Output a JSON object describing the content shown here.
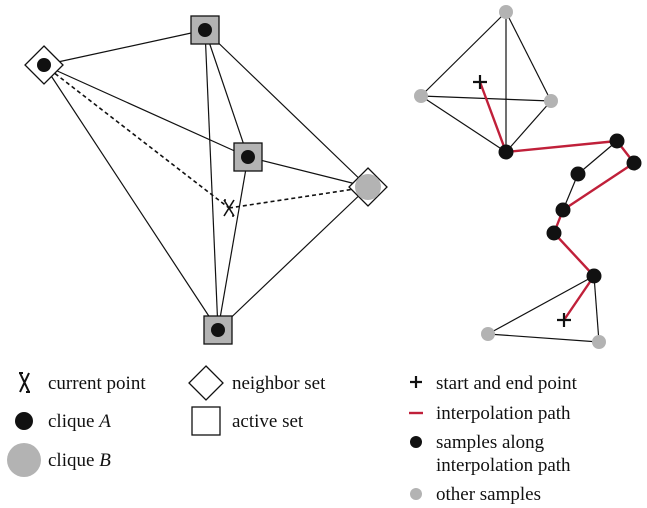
{
  "colors": {
    "line": "#111111",
    "clique_a": "#111111",
    "clique_b": "#b3b3b3",
    "path": "#c0203a",
    "other_sample": "#b3b3b3",
    "background": "#ffffff"
  },
  "left_legend": {
    "current_point": "current point",
    "neighbor_set": "neighbor set",
    "clique_a_prefix": "clique ",
    "clique_a_var": "A",
    "active_set": "active set",
    "clique_b_prefix": "clique ",
    "clique_b_var": "B"
  },
  "right_legend": {
    "start_end": "start and end point",
    "interp_path": "interpolation path",
    "samples_line1": "samples along",
    "samples_line2": "interpolation path",
    "other_samples": "other samples"
  },
  "icons": {
    "current_point": "hourglass-cross-icon",
    "neighbor_set": "diamond-icon",
    "active_set": "square-icon",
    "clique_a": "black-dot-icon",
    "clique_b": "gray-dot-icon",
    "start_end": "plus-icon",
    "interp_path": "red-line-icon",
    "samples": "black-dot-icon",
    "other": "gray-dot-icon"
  }
}
